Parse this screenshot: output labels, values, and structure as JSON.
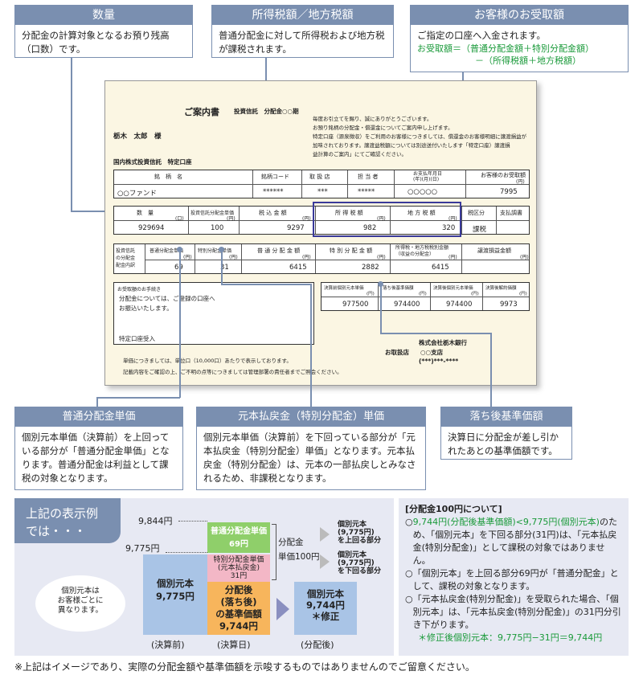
{
  "callouts": {
    "quantity": {
      "title": "数量",
      "body": "分配金の計算対象となるお預り残高（口数）です。"
    },
    "tax": {
      "title": "所得税額／地方税額",
      "body": "普通分配金に対して所得税および地方税が課税されます。"
    },
    "receipt": {
      "title": "お客様のお受取額",
      "body": "ご指定の口座へ入金されます。",
      "formula1": "お受取額＝（普通分配金額＋特別分配金額）",
      "formula2": "－（所得税額＋地方税額）"
    },
    "ordinary": {
      "title": "普通分配金単価",
      "body": "個別元本単価（決算前）を上回っている部分が「普通分配金単価」となります。普通分配金は利益として課税の対象となります。"
    },
    "special": {
      "title": "元本払戻金（特別分配金）単価",
      "body": "個別元本単価（決算前）を下回っている部分が「元本払戻金（特別分配金）単価」となります。元本払戻金（特別分配金）は、元本の一部払戻しとみなされるため、非課税となります。"
    },
    "afterprice": {
      "title": "落ち後基準価額",
      "body": "決算日に分配金が差し引かれたあとの基準価額です。"
    }
  },
  "doc": {
    "title": "ご案内書",
    "subtitle": "投資信託　分配金○○期",
    "name": "栃木　太郎　様",
    "account": "国内株式投資信託　特定口座",
    "greeting": [
      "毎度お引立てを賜り、誠にありがとうございます。",
      "お預り銘柄の分配金・償還金についてご案内申し上げます。",
      "特定口座（源泉徴収）をご利用のお客様につきましては、償還金のお客様明細に譲渡損益が",
      "加味されております。譲渡益税額については別途送付いたします「特定口座）譲渡損",
      "益計算のご案内」にてご確認ください。"
    ],
    "row1": {
      "headers": [
        "銘　柄　名",
        "銘柄コード",
        "取 扱 店",
        "担 当 者",
        "お支払年月日\n(年)(月)(日)",
        "お客様のお受取額"
      ],
      "unit": "(円)",
      "values": [
        "○○ファンド",
        "******",
        "***",
        "*****",
        "○○○○○",
        "7995"
      ]
    },
    "row2": {
      "headers": [
        "数　量",
        "投資信託分配金単価",
        "税 込 金 額",
        "所 得 税 額",
        "地 方 税 額",
        "税区分",
        "支払調書"
      ],
      "units": [
        "(口)",
        "(円)",
        "(円)",
        "(円)",
        "(円)"
      ],
      "values": [
        "929694",
        "100",
        "9297",
        "982",
        "320",
        "課税"
      ]
    },
    "row3": {
      "left": [
        "投資信託",
        "の分配金",
        "配金内訳"
      ],
      "headers": [
        "普通分配金単価",
        "特別分配金単価",
        "普 通 分 配 金 額",
        "特 別 分 配 金 額",
        "所得税・地方税税別金額\n（収益の分配金）",
        "譲渡損益金額"
      ],
      "units": [
        "(円)",
        "(円)",
        "(円)",
        "(円)",
        "(円)",
        "(円)"
      ],
      "values": [
        "69",
        "31",
        "6415",
        "2882",
        "6415"
      ]
    },
    "note_box": {
      "label": "お受取額のお手続き",
      "text1": "分配金については、ご登録の口座へ",
      "text2": "お振込いたします。",
      "text3": "特定口座受入"
    },
    "row4": {
      "headers": [
        "決算前個別元本単価",
        "落ち後基準価額",
        "決算後個別元本単価",
        "決算後解約価額"
      ],
      "units": [
        "(円)",
        "(円)",
        "(円)",
        "(円)"
      ],
      "values": [
        "977500",
        "974400",
        "974400",
        "9973"
      ]
    },
    "bank": "株式会社栃木銀行",
    "branch_label": "お取扱店",
    "branch": "○○支店",
    "phone": "(***)***-****",
    "foot1": "単価につきましては、単位口（10,000口）あたりで表示しております。",
    "foot2": "記載内容をご確認の上、ご不明の点等につきましては管理部署の責任者までご照会ください。"
  },
  "example": {
    "label1": "上記の表示例",
    "label2": "では・・・",
    "price_top": "9,844円",
    "price_mid": "9,775円",
    "bubble": "個別元本は\nお客様ごとに\n異なります。",
    "bar1": "個別元本\n9,775円",
    "bar1_caption": "(決算前)",
    "green": "普通分配金単価\n69円",
    "pink": "特別分配金単価\n(元本払戻金)\n31円",
    "orange": "分配後\n(落ち後)\nの基準価額\n9,744円",
    "bar2_caption": "(決算日)",
    "bracket": "分配金\n単価100円",
    "up_label": "個別元本\n(9,775円)\nを上回る部分",
    "down_label": "個別元本\n(9,775円)\nを下回る部分",
    "bar3": "個別元本\n9,744円\n＊修正",
    "bar3_caption": "(分配後)"
  },
  "explain": {
    "heading": "[分配金100円について]",
    "p1_green": "9,744円(分配後基準価額)<9,775円(個別元本)",
    "p1_rest": "のため、「個別元本」を下回る部分(31円)は、「元本払戻金(特別分配金)」として課税の対象ではありません。",
    "p2": "「個別元本」を上回る部分69円が「普通分配金」として、課税の対象となります。",
    "p3": "「元本払戻金(特別分配金)」を受取られた場合、「個別元本」は、「元本払戻金(特別分配金)」の31円分引き下がります。",
    "p4_green": "＊修正後個別元本：9,775円−31円＝9,744円"
  },
  "footnote": "※上記はイメージであり、実際の分配金額や基準価額を示唆するものではありませんのでご留意ください。"
}
